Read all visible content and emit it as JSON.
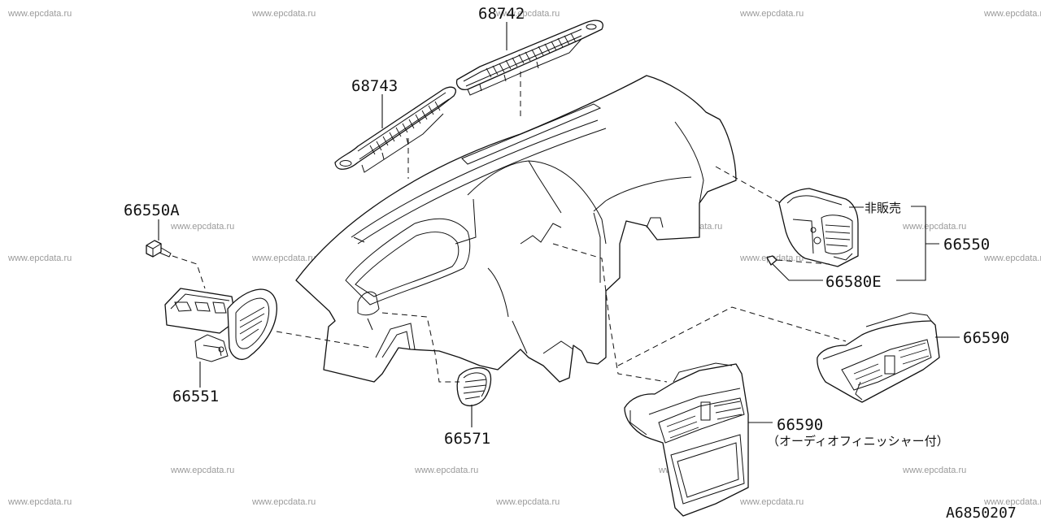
{
  "parts": {
    "p68742": "68742",
    "p68743": "68743",
    "p66550A": "66550A",
    "p66551": "66551",
    "p66571": "66571",
    "p66550": "66550",
    "p66580E": "66580E",
    "p66590_right": "66590",
    "p66590_center": "66590",
    "not_for_sale": "非販売",
    "audio_note": "（オーディオフィニッシャー付）"
  },
  "diagram_code": "A6850207",
  "watermark": "www.epcdata.ru"
}
